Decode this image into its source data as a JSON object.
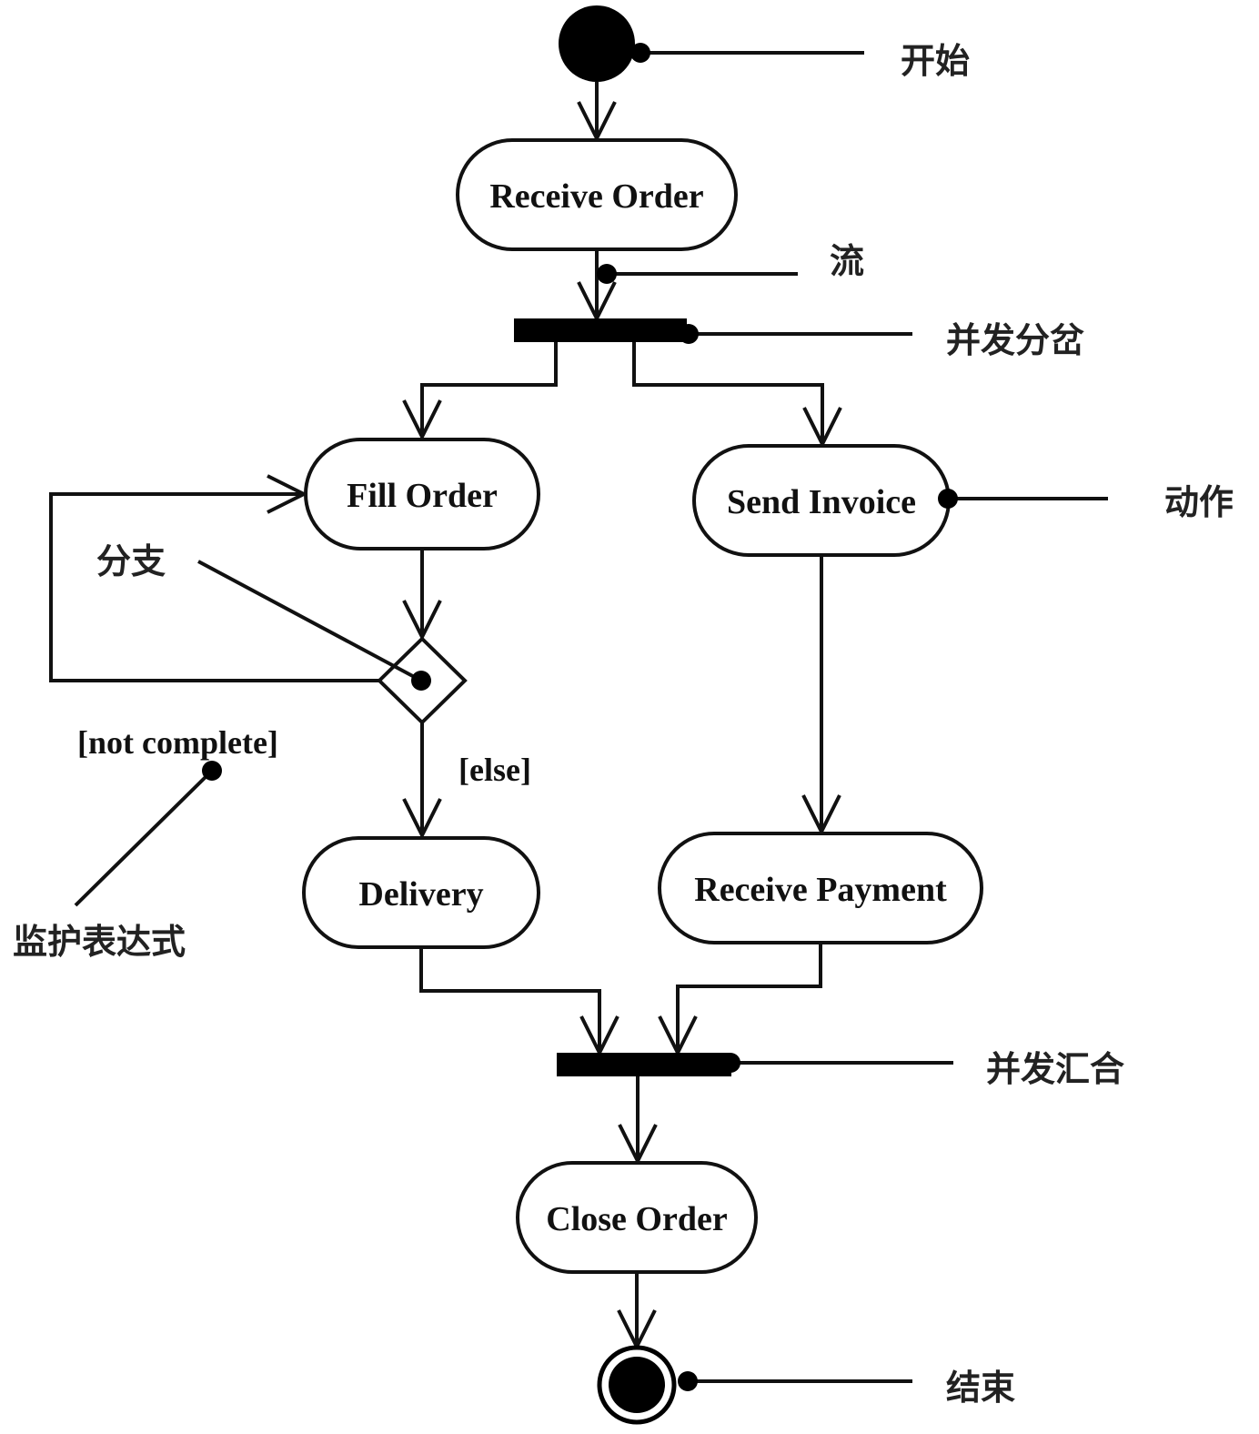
{
  "actions": {
    "receive_order": "Receive Order",
    "fill_order": "Fill Order",
    "send_invoice": "Send Invoice",
    "delivery": "Delivery",
    "receive_payment": "Receive Payment",
    "close_order": "Close Order"
  },
  "guards": {
    "not_complete": "[not complete]",
    "else": "[else]"
  },
  "annotations": {
    "start": "开始",
    "flow": "流",
    "fork": "并发分岔",
    "action": "动作",
    "branch": "分支",
    "guard_expression": "监护表达式",
    "join": "并发汇合",
    "end": "结束"
  }
}
